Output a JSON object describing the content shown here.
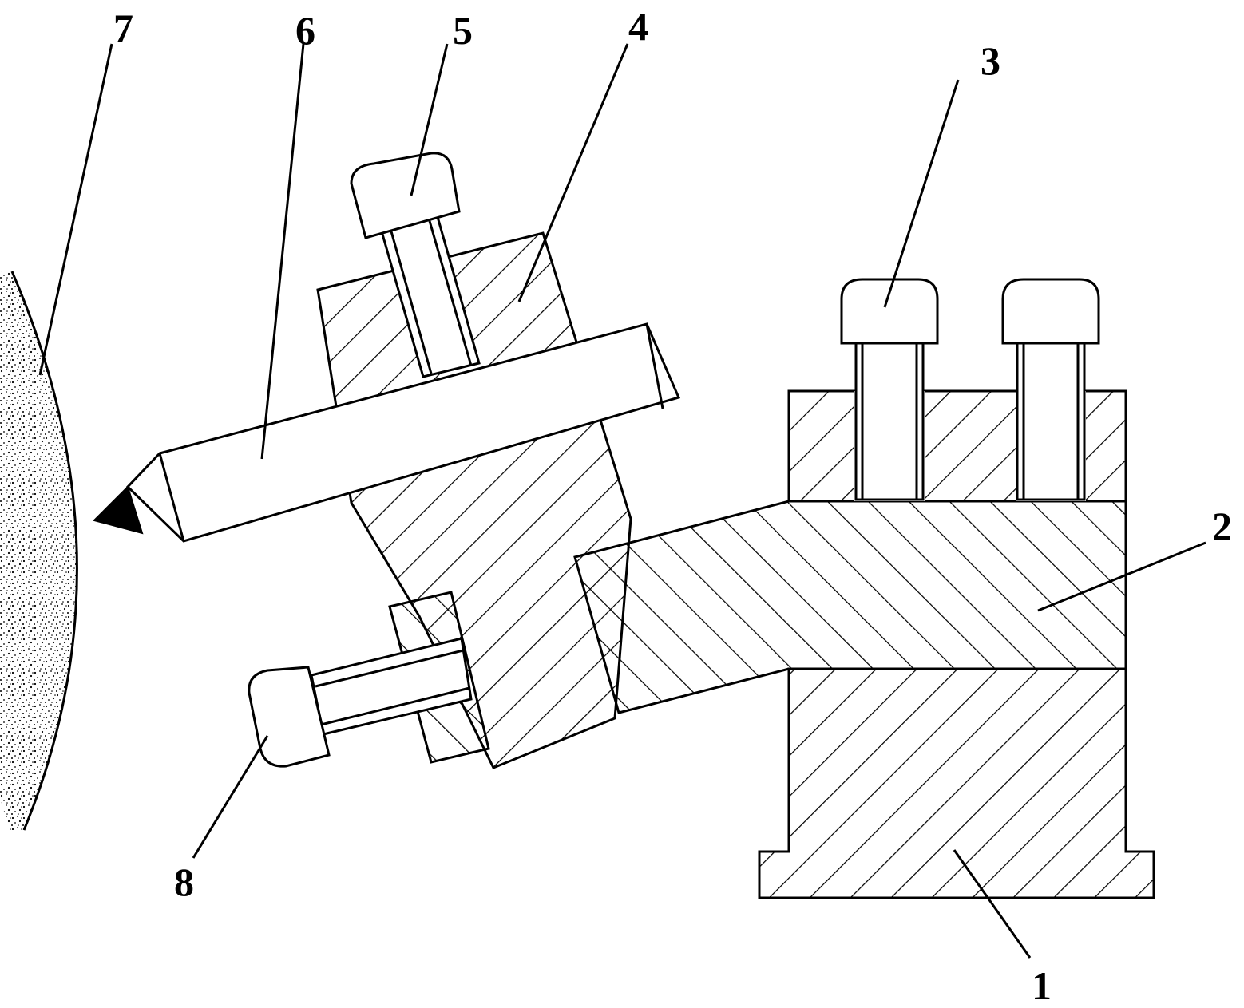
{
  "figure": {
    "labels": [
      {
        "id": "1",
        "text": "1"
      },
      {
        "id": "2",
        "text": "2"
      },
      {
        "id": "3",
        "text": "3"
      },
      {
        "id": "4",
        "text": "4"
      },
      {
        "id": "5",
        "text": "5"
      },
      {
        "id": "6",
        "text": "6"
      },
      {
        "id": "7",
        "text": "7"
      },
      {
        "id": "8",
        "text": "8"
      }
    ]
  },
  "colors": {
    "line": "#000000",
    "background": "#ffffff"
  }
}
